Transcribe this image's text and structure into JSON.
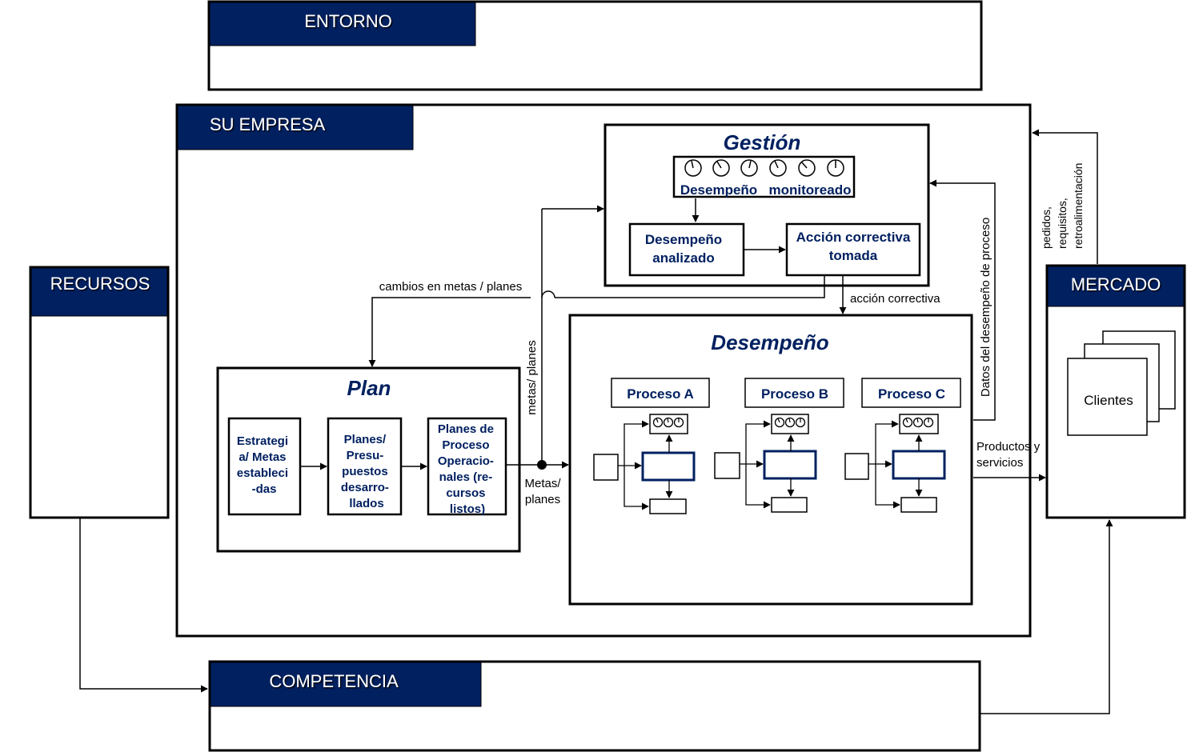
{
  "colors": {
    "navy": "#002060",
    "border": "#000000",
    "background": "#ffffff"
  },
  "entorno": {
    "label": "ENTORNO"
  },
  "empresa": {
    "label": "SU EMPRESA"
  },
  "recursos": {
    "label": "RECURSOS"
  },
  "mercado": {
    "label": "MERCADO",
    "clientes": "Clientes"
  },
  "competencia": {
    "label": "COMPETENCIA"
  },
  "gestion": {
    "title": "Gestión",
    "monitoreado_1": "Desempeño",
    "monitoreado_2": "monitoreado",
    "analizado_1": "Desempeño",
    "analizado_2": "analizado",
    "accion_1": "Acción correctiva",
    "accion_2": "tomada"
  },
  "plan": {
    "title": "Plan",
    "box1": [
      "Estrategi",
      "a/ Metas",
      "estableci",
      "-das"
    ],
    "box2": [
      "Planes/",
      "Presu-",
      "puestos",
      "desarro-",
      "llados"
    ],
    "box3": [
      "Planes de",
      "Proceso",
      "Operacio-",
      "nales (re-",
      "cursos",
      "listos)"
    ]
  },
  "desempeno": {
    "title": "Desempeño",
    "procesos": [
      "Proceso A",
      "Proceso B",
      "Proceso C"
    ]
  },
  "labels": {
    "cambios": "cambios en metas  / planes",
    "metas_planes_vertical": "metas/ planes",
    "metas_1": "Metas/",
    "metas_2": "planes",
    "accion_correctiva": "acción correctiva",
    "datos": "Datos  del  desempeño  de proceso",
    "productos_1": "Productos y",
    "productos_2": "servicios",
    "pedidos_1": "pedidos,",
    "pedidos_2": "requisitos,",
    "pedidos_3": "retroalimentación"
  }
}
